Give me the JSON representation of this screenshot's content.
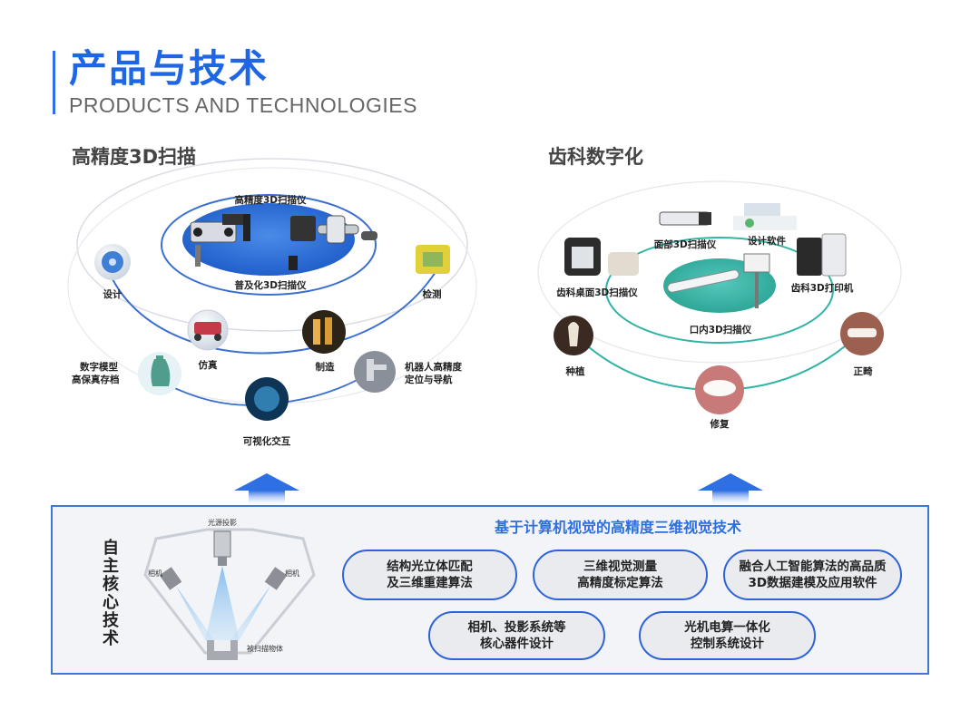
{
  "header": {
    "title": "产品与技术",
    "subtitle": "PRODUCTS AND TECHNOLOGIES"
  },
  "scan3d": {
    "title": "高精度3D扫描",
    "center_top": "高精度3D扫描仪",
    "center_bottom": "普及化3D扫描仪",
    "nodes": [
      "设计",
      "检测",
      "仿真",
      "制造",
      "数字模型",
      "高保真存档",
      "机器人高精度",
      "定位与导航",
      "可视化交互"
    ]
  },
  "dental": {
    "title": "齿科数字化",
    "face_scanner": "面部3D扫描仪",
    "design_software": "设计软件",
    "desktop_scanner": "齿科桌面3D扫描仪",
    "printer": "齿科3D打印机",
    "intraoral": "口内3D扫描仪",
    "nodes": [
      "种植",
      "正畸",
      "修复"
    ]
  },
  "core": {
    "vertical_title": "自主核心技术",
    "heading": "基于计算机视觉的高精度三维视觉技术",
    "optics_labels": {
      "projector": "光源投影",
      "camera_left": "相机",
      "camera_right": "相机",
      "object": "被扫描物体"
    },
    "pills": [
      {
        "line1": "结构光立体匹配",
        "line2": "及三维重建算法"
      },
      {
        "line1": "三维视觉测量",
        "line2": "高精度标定算法"
      },
      {
        "line1": "融合人工智能算法的高品质",
        "line2": "3D数据建模及应用软件"
      },
      {
        "line1": "相机、投影系统等",
        "line2": "核心器件设计"
      },
      {
        "line1": "光机电算一体化",
        "line2": "控制系统设计"
      }
    ]
  },
  "colors": {
    "accent": "#1f66e5",
    "border": "#2e64d8",
    "ring_blue": "#3a6fd1",
    "ring_teal": "#2fb3a4"
  }
}
